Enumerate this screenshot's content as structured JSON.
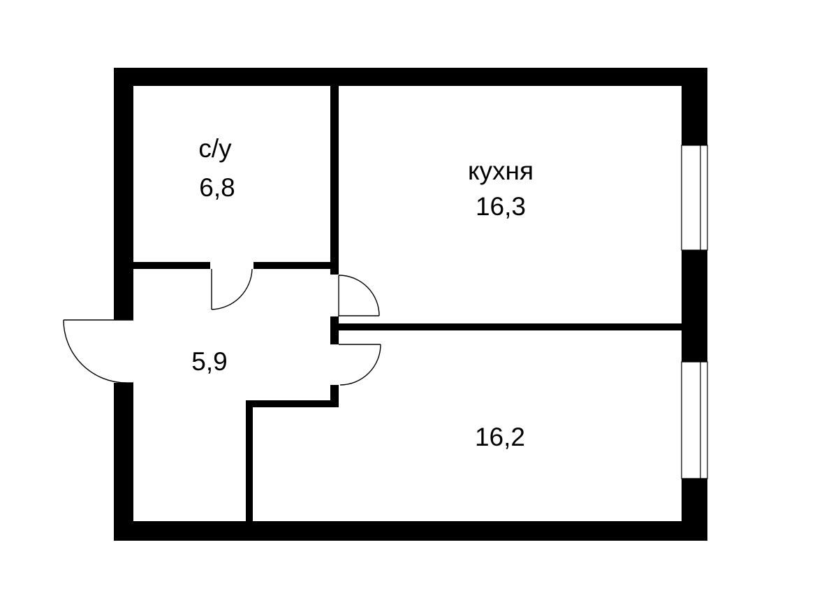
{
  "colors": {
    "wall": "#000000",
    "background": "#ffffff"
  },
  "rooms": {
    "bathroom": {
      "name": "с/у",
      "area": "6,8"
    },
    "kitchen": {
      "name": "кухня",
      "area": "16,3"
    },
    "hallway": {
      "area": "5,9"
    },
    "living_room": {
      "area": "16,2"
    }
  }
}
